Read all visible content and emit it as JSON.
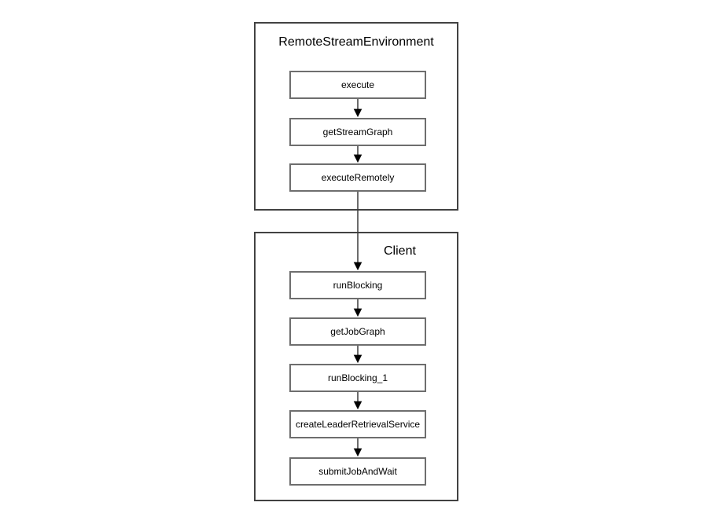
{
  "diagram": {
    "type": "flowchart",
    "containers": [
      {
        "title": "RemoteStreamEnvironment",
        "nodes": [
          {
            "label": "execute"
          },
          {
            "label": "getStreamGraph"
          },
          {
            "label": "executeRemotely"
          }
        ]
      },
      {
        "title": "Client",
        "nodes": [
          {
            "label": "runBlocking"
          },
          {
            "label": "getJobGraph"
          },
          {
            "label": "runBlocking_1"
          },
          {
            "label": "createLeaderRetrievalService"
          },
          {
            "label": "submitJobAndWait"
          }
        ]
      }
    ],
    "edges": [
      {
        "from": "execute",
        "to": "getStreamGraph"
      },
      {
        "from": "getStreamGraph",
        "to": "executeRemotely"
      },
      {
        "from": "executeRemotely",
        "to": "runBlocking"
      },
      {
        "from": "runBlocking",
        "to": "getJobGraph"
      },
      {
        "from": "getJobGraph",
        "to": "runBlocking_1"
      },
      {
        "from": "runBlocking_1",
        "to": "createLeaderRetrievalService"
      },
      {
        "from": "createLeaderRetrievalService",
        "to": "submitJobAndWait"
      }
    ],
    "colors": {
      "background": "#ffffff",
      "container_border": "#424242",
      "node_border": "#6e6e6e",
      "arrow_line": "#3a3a3a",
      "arrow_head": "#000000",
      "text": "#000000"
    }
  }
}
